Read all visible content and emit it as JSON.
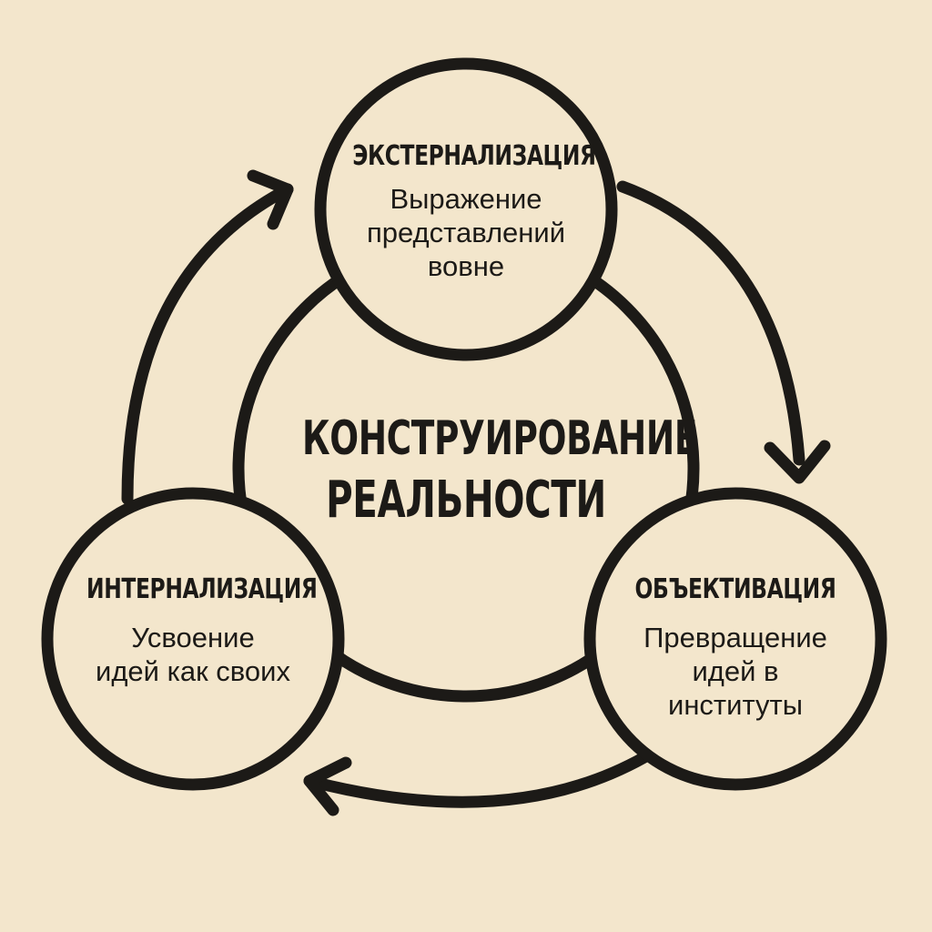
{
  "center": {
    "line1": "КОНСТРУИРОВАНИЕ",
    "line2": "РЕАЛЬНОСТИ"
  },
  "nodes": {
    "top": {
      "title": "ЭКСТЕРНАЛИЗАЦИЯ",
      "desc_line1": "Выражение",
      "desc_line2": "представлений",
      "desc_line3": "вовне"
    },
    "right": {
      "title": "ОБЪЕКТИВАЦИЯ",
      "desc_line1": "Превращение",
      "desc_line2": "идей в",
      "desc_line3": "институты"
    },
    "left": {
      "title": "ИНТЕРНАЛИЗАЦИЯ",
      "desc_line1": "Усвоение",
      "desc_line2": "идей как своих"
    }
  },
  "colors": {
    "background": "#f3e6cc",
    "circle_fill": "#f3e6cc",
    "ink": "#1c1a17"
  }
}
